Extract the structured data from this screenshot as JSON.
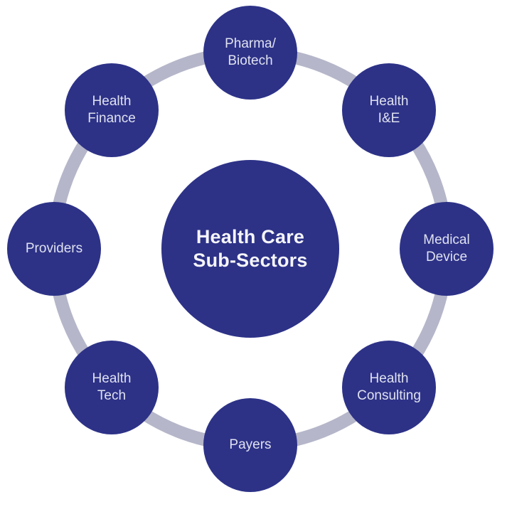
{
  "diagram": {
    "title": "Health Care Sub-Sectors",
    "type": "hub-and-spoke-cycle",
    "center": {
      "id": "health-care-sub-sectors",
      "label": "Health Care\nSub-Sectors"
    },
    "nodes": [
      {
        "id": "pharma-biotech",
        "label": "Pharma/\nBiotech",
        "position": "top"
      },
      {
        "id": "health-ie",
        "label": "Health\nI&E",
        "position": "top-right"
      },
      {
        "id": "medical-device",
        "label": "Medical\nDevice",
        "position": "right"
      },
      {
        "id": "health-consulting",
        "label": "Health\nConsulting",
        "position": "bottom-right"
      },
      {
        "id": "payers",
        "label": "Payers",
        "position": "bottom"
      },
      {
        "id": "health-tech",
        "label": "Health\nTech",
        "position": "bottom-left"
      },
      {
        "id": "providers",
        "label": "Providers",
        "position": "left"
      },
      {
        "id": "health-finance",
        "label": "Health\nFinance",
        "position": "top-left"
      }
    ],
    "colors": {
      "node_fill": "#2d3287",
      "ring": "#b5b6c9",
      "node_text": "#dfe1ef",
      "center_text": "#f5f5fa",
      "background": "#ffffff"
    }
  }
}
